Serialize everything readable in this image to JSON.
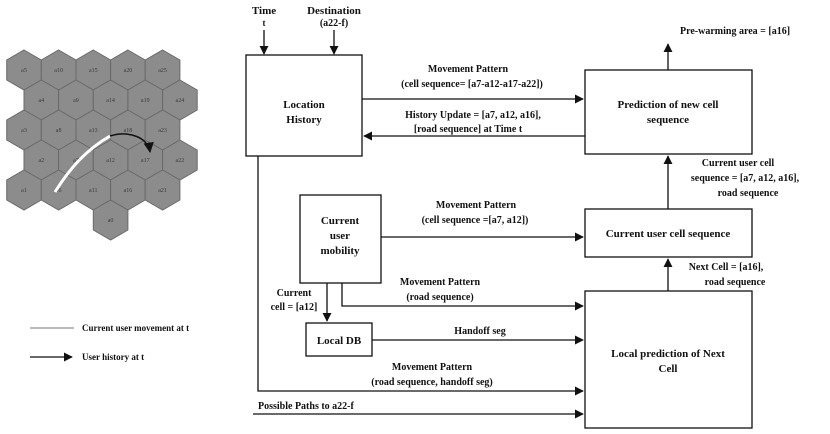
{
  "top_inputs": {
    "time_label": "Time",
    "time_sub": "t",
    "dest_label": "Destination",
    "dest_sub": "(a22-f)"
  },
  "boxes": {
    "location_history": [
      "Location",
      "History"
    ],
    "prediction_new_cell": [
      "Prediction of new cell",
      "sequence"
    ],
    "current_user_mobility": [
      "Current",
      "user",
      "mobility"
    ],
    "current_user_cell_sequence": "Current user cell sequence",
    "local_db": "Local DB",
    "local_prediction": [
      "Local prediction of Next",
      "Cell"
    ]
  },
  "flow_labels": {
    "movement_pattern_top": [
      "Movement Pattern",
      "(cell sequence= [a7-a12-a17-a22])"
    ],
    "history_update": [
      "History Update = [a7, a12, a16],",
      "[road sequence] at Time t"
    ],
    "prewarming": "Pre-warming area = [a16]",
    "current_user_cell_seq_right": [
      "Current user cell",
      "sequence = [a7, a12, a16],",
      "road sequence"
    ],
    "movement_pattern_mid": [
      "Movement Pattern",
      "(cell sequence =[a7, a12])"
    ],
    "next_cell": [
      "Next Cell = [a16],",
      "road sequence"
    ],
    "current_cell": [
      "Current",
      "cell = [a12]"
    ],
    "movement_pattern_road": [
      "Movement Pattern",
      "(road sequence)"
    ],
    "handoff_seg": "Handoff seg",
    "movement_pattern_bottom": [
      "Movement Pattern",
      "(road sequence, handoff seg)"
    ],
    "possible_paths": "Possible Paths to a22-f"
  },
  "legend": {
    "current_movement": "Current user movement at t",
    "user_history": "User history at t"
  },
  "hex_labels": [
    [
      "a5",
      "a10",
      "a15",
      "a20",
      "a25"
    ],
    [
      "a4",
      "a9",
      "a14",
      "a19",
      "a24"
    ],
    [
      "a3",
      "a8",
      "a13",
      "a18",
      "a23"
    ],
    [
      "a2",
      "a7",
      "a12",
      "a17",
      "a22"
    ],
    [
      "a1",
      "a6",
      "a11",
      "a16",
      "a21"
    ],
    [
      "",
      "",
      "a0",
      "",
      ""
    ]
  ]
}
